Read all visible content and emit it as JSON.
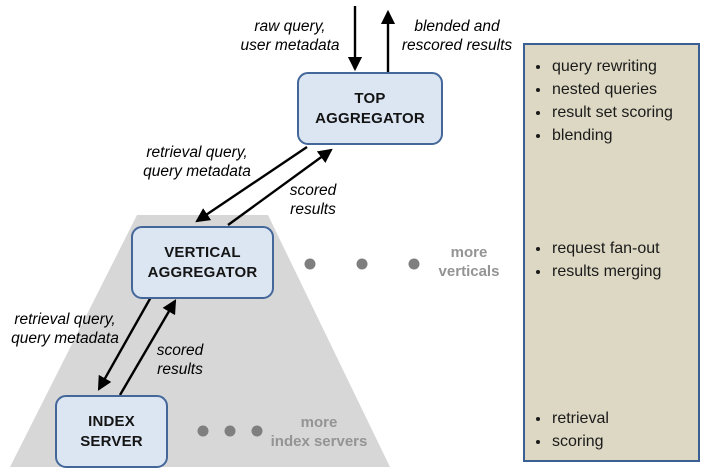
{
  "nodes": {
    "top_aggregator": "TOP\nAGGREGATOR",
    "vertical_aggregator": "VERTICAL\nAGGREGATOR",
    "index_server": "INDEX\nSERVER"
  },
  "edges": {
    "raw_query": "raw query,\nuser metadata",
    "blended_results": "blended and\nrescored results",
    "retrieval_query_top": "retrieval query,\nquery metadata",
    "scored_results_top": "scored\nresults",
    "retrieval_query_bottom": "retrieval query,\nquery metadata",
    "scored_results_bottom": "scored\nresults"
  },
  "ellipsis": {
    "more_verticals": "more\nverticals",
    "more_index_servers": "more\nindex servers"
  },
  "panel": {
    "top_functions": [
      "query rewriting",
      "nested queries",
      "result set scoring",
      "blending"
    ],
    "middle_functions": [
      "request fan-out",
      "results merging"
    ],
    "bottom_functions": [
      "retrieval",
      "scoring"
    ]
  },
  "colors": {
    "node_fill": "#dce6f2",
    "node_border": "#44679a",
    "panel_fill": "#ddd8c3",
    "panel_border": "#3a5f92",
    "pyramid_fill": "#d7d7d7",
    "muted_gray": "#949494",
    "dot_gray": "#7f7f7f",
    "arrow": "#000000"
  }
}
